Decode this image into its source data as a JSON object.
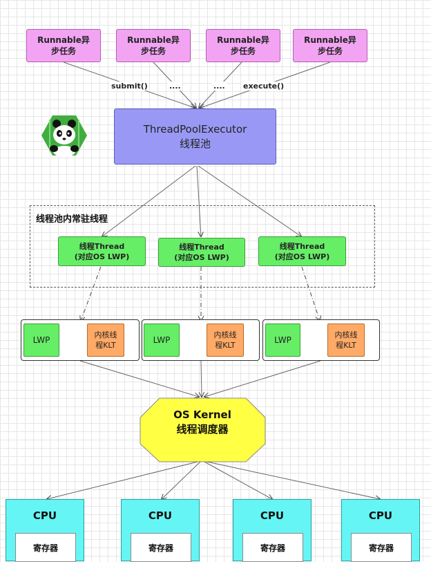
{
  "tasks": [
    {
      "label": "Runnable异步任务"
    },
    {
      "label": "Runnable异步任务"
    },
    {
      "label": "Runnable异步任务"
    },
    {
      "label": "Runnable异步任务"
    }
  ],
  "edge_labels": [
    "submit()",
    "....",
    "....",
    "execute()"
  ],
  "executor": {
    "line1": "ThreadPoolExecutor",
    "line2": "线程池"
  },
  "region_title": "线程池内常驻线程",
  "threads": [
    {
      "line1": "线程Thread",
      "line2": "(对应OS LWP)"
    },
    {
      "line1": "线程Thread",
      "line2": "(对应OS LWP)"
    },
    {
      "line1": "线程Thread",
      "line2": "(对应OS LWP)"
    }
  ],
  "pairs": [
    {
      "lwp": "LWP",
      "klt1": "内核线",
      "klt2": "程KLT"
    },
    {
      "lwp": "LWP",
      "klt1": "内核线",
      "klt2": "程KLT"
    },
    {
      "lwp": "LWP",
      "klt1": "内核线",
      "klt2": "程KLT"
    }
  ],
  "kernel": {
    "line1": "OS Kernel",
    "line2": "线程调度器"
  },
  "cpus": [
    {
      "label": "CPU",
      "register": "寄存器"
    },
    {
      "label": "CPU",
      "register": "寄存器"
    },
    {
      "label": "CPU",
      "register": "寄存器"
    },
    {
      "label": "CPU",
      "register": "寄存器"
    }
  ],
  "colors": {
    "task": "#f2a4f2",
    "executor": "#9999f5",
    "thread": "#66ee66",
    "klt": "#ffaa66",
    "kernel": "#ffff44",
    "cpu": "#66f5f5"
  },
  "icons": [
    "panda-logo-icon"
  ]
}
